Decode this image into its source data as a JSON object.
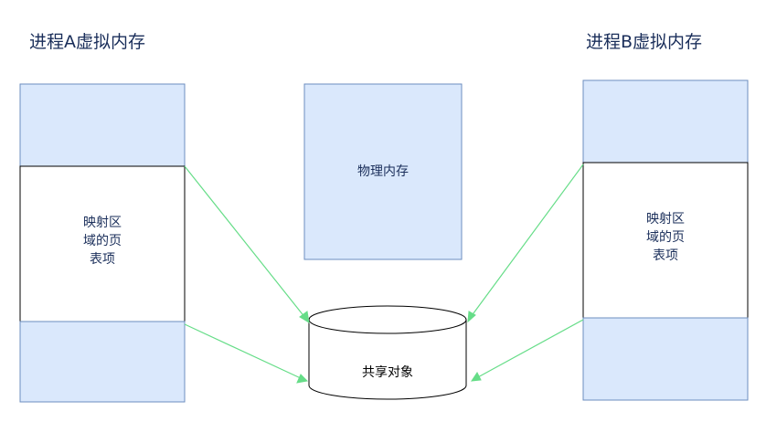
{
  "process_a": {
    "title": "进程A虚拟内存",
    "mapped_region": [
      "映射区",
      "域的页",
      "表项"
    ]
  },
  "process_b": {
    "title": "进程B虚拟内存",
    "mapped_region": [
      "映射区",
      "域的页",
      "表项"
    ]
  },
  "physical_memory": {
    "label": "物理内存"
  },
  "shared_object": {
    "label": "共享对象"
  },
  "colors": {
    "block_fill": "#dae8fc",
    "block_stroke": "#6c8ebf",
    "arrow": "#66dd88",
    "title_text": "#1a2e5a"
  }
}
